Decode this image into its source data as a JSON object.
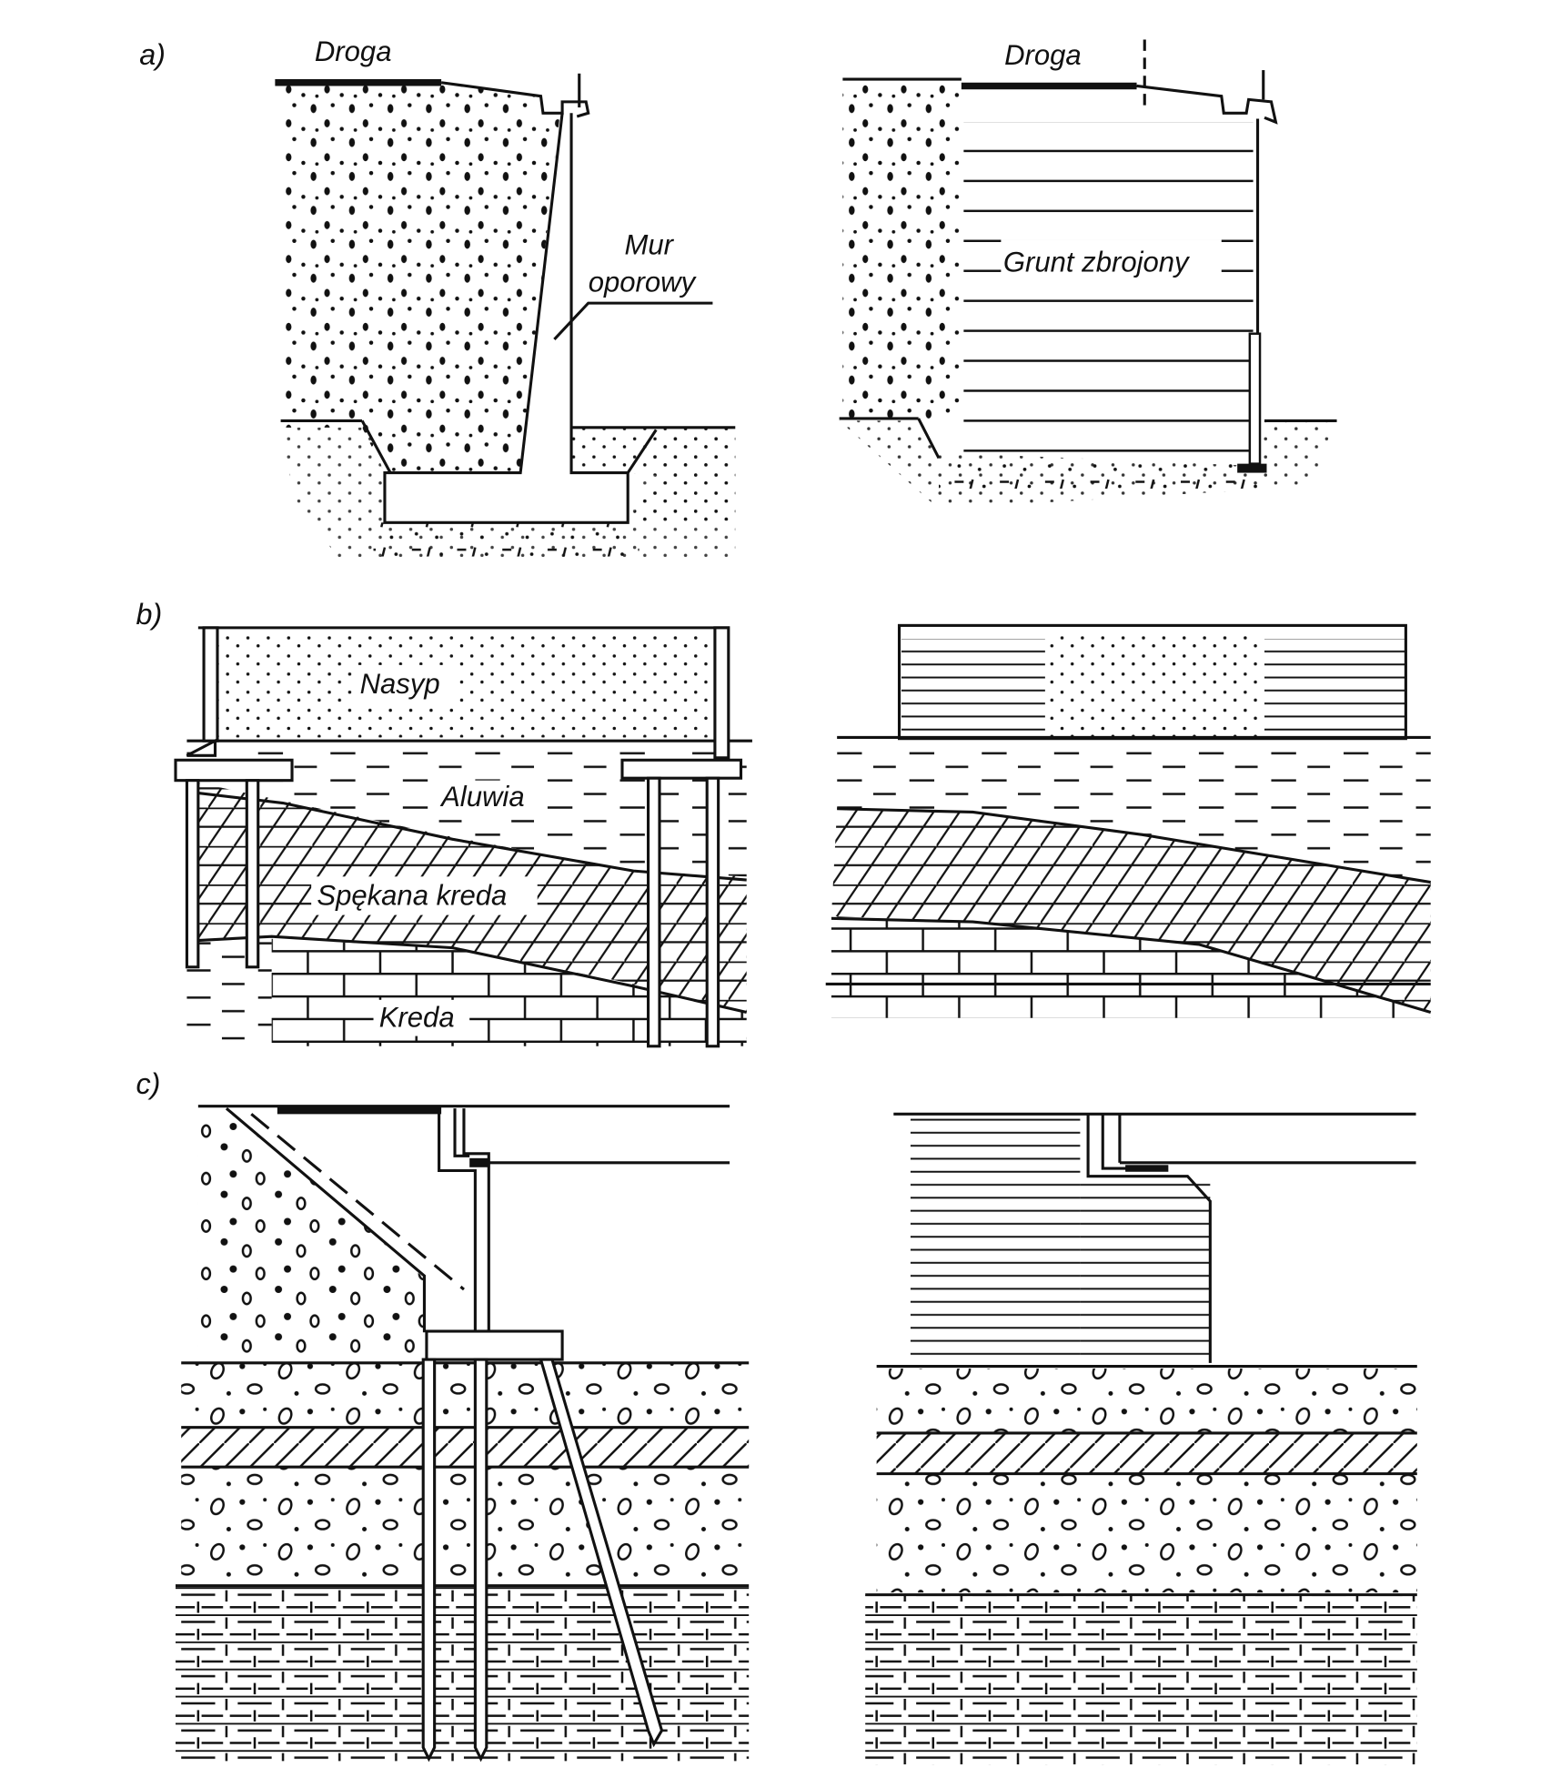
{
  "panels": {
    "a": {
      "label": "a)",
      "left": {
        "road": "Droga",
        "wall_line1": "Mur",
        "wall_line2": "oporowy"
      },
      "right": {
        "road": "Droga",
        "fill": "Grunt zbrojony"
      }
    },
    "b": {
      "label": "b)",
      "left": {
        "embankment": "Nasyp",
        "alluvium": "Aluwia",
        "cracked_chalk": "Spękana kreda",
        "chalk": "Kreda"
      }
    },
    "c": {
      "label": "c)"
    }
  }
}
